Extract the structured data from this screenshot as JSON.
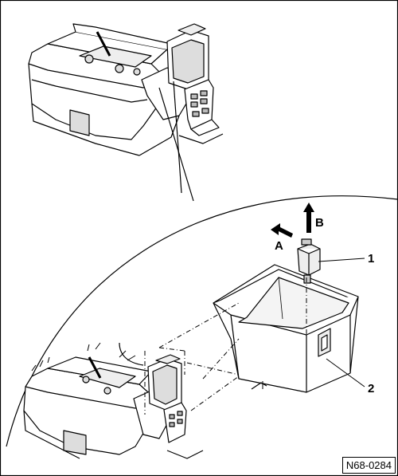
{
  "diagram": {
    "callouts": {
      "label_1": "1",
      "label_2": "2",
      "label_A": "A",
      "label_B": "B"
    },
    "reference_code": "N68-0284"
  }
}
